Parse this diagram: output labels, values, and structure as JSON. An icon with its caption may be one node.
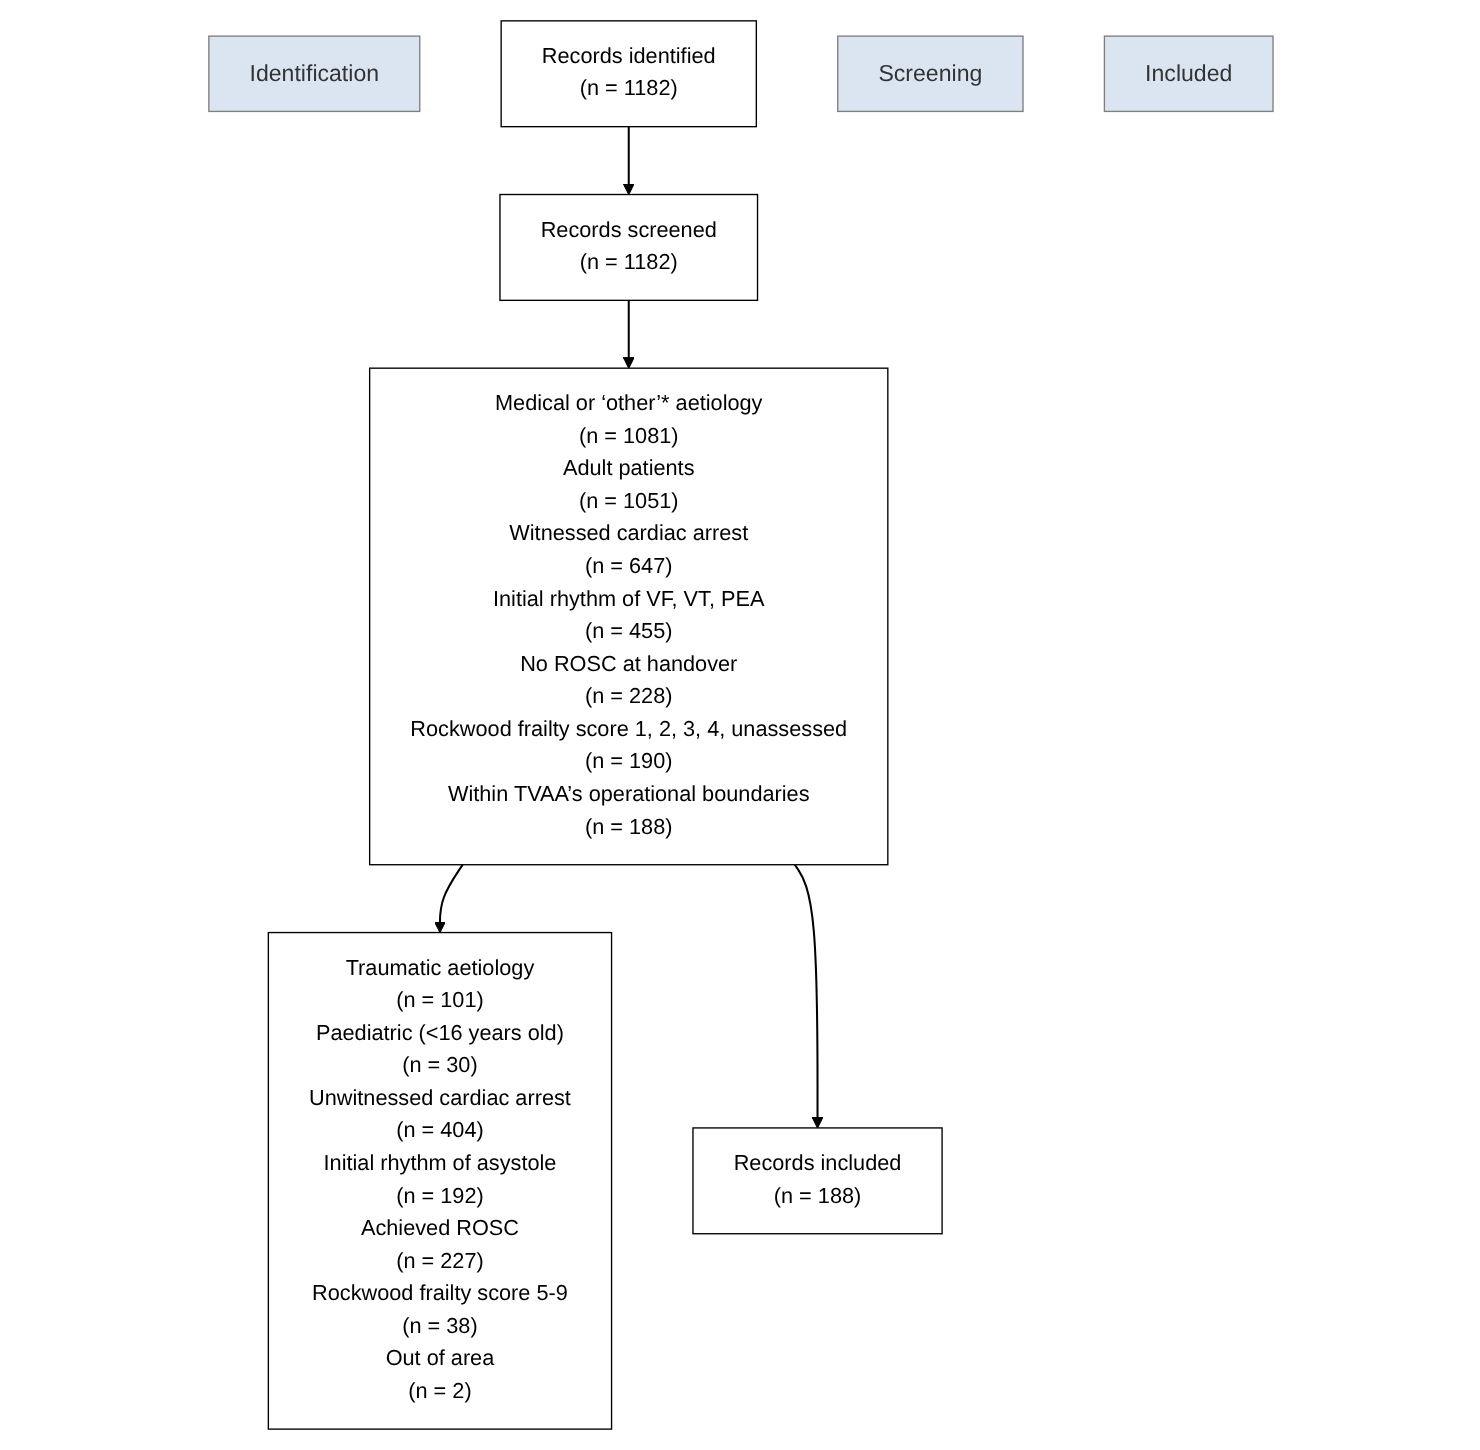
{
  "diagram": {
    "nodes": [
      {
        "text": [
          "Identification"
        ]
      },
      {
        "text": [
          "Records identified",
          "(n = 1182)"
        ]
      },
      {
        "text": [
          "Records screened",
          "(n = 1182)"
        ]
      },
      {
        "text": [
          "Screening"
        ]
      },
      {
        "text": [
          "Medical or ‘other’* aetiology",
          "(n = 1081)",
          "Adult patients",
          "(n = 1051)",
          "Witnessed cardiac arrest",
          "(n = 647)",
          "Initial rhythm of VF, VT, PEA",
          "(n = 455)",
          "No ROSC at handover",
          "(n = 228)",
          "Rockwood frailty score 1, 2, 3, 4, unassessed",
          "(n = 190)",
          "Within TVAA’s operational boundaries",
          "(n = 188)"
        ]
      },
      {
        "text": [
          "Traumatic aetiology",
          "(n = 101)",
          "Paediatric (<16 years old)",
          "(n = 30)",
          "Unwitnessed cardiac arrest",
          "(n = 404)",
          "Initial rhythm of asystole",
          "(n = 192)",
          "Achieved ROSC",
          "(n = 227)",
          "Rockwood frailty score 5-9",
          "(n = 38)",
          "Out of area",
          "(n = 2)"
        ]
      },
      {
        "text": [
          "Included"
        ]
      },
      {
        "text": [
          "Records included",
          "(n = 188)"
        ]
      }
    ],
    "edges": [
      {
        "from": 1,
        "to": 2,
        "arrow": "to"
      },
      {
        "from": 2,
        "to": 4,
        "arrow": "to"
      },
      {
        "from": 4,
        "to": 5,
        "arrow": "to"
      },
      {
        "from": 4,
        "to": 7,
        "arrow": "to"
      }
    ]
  }
}
